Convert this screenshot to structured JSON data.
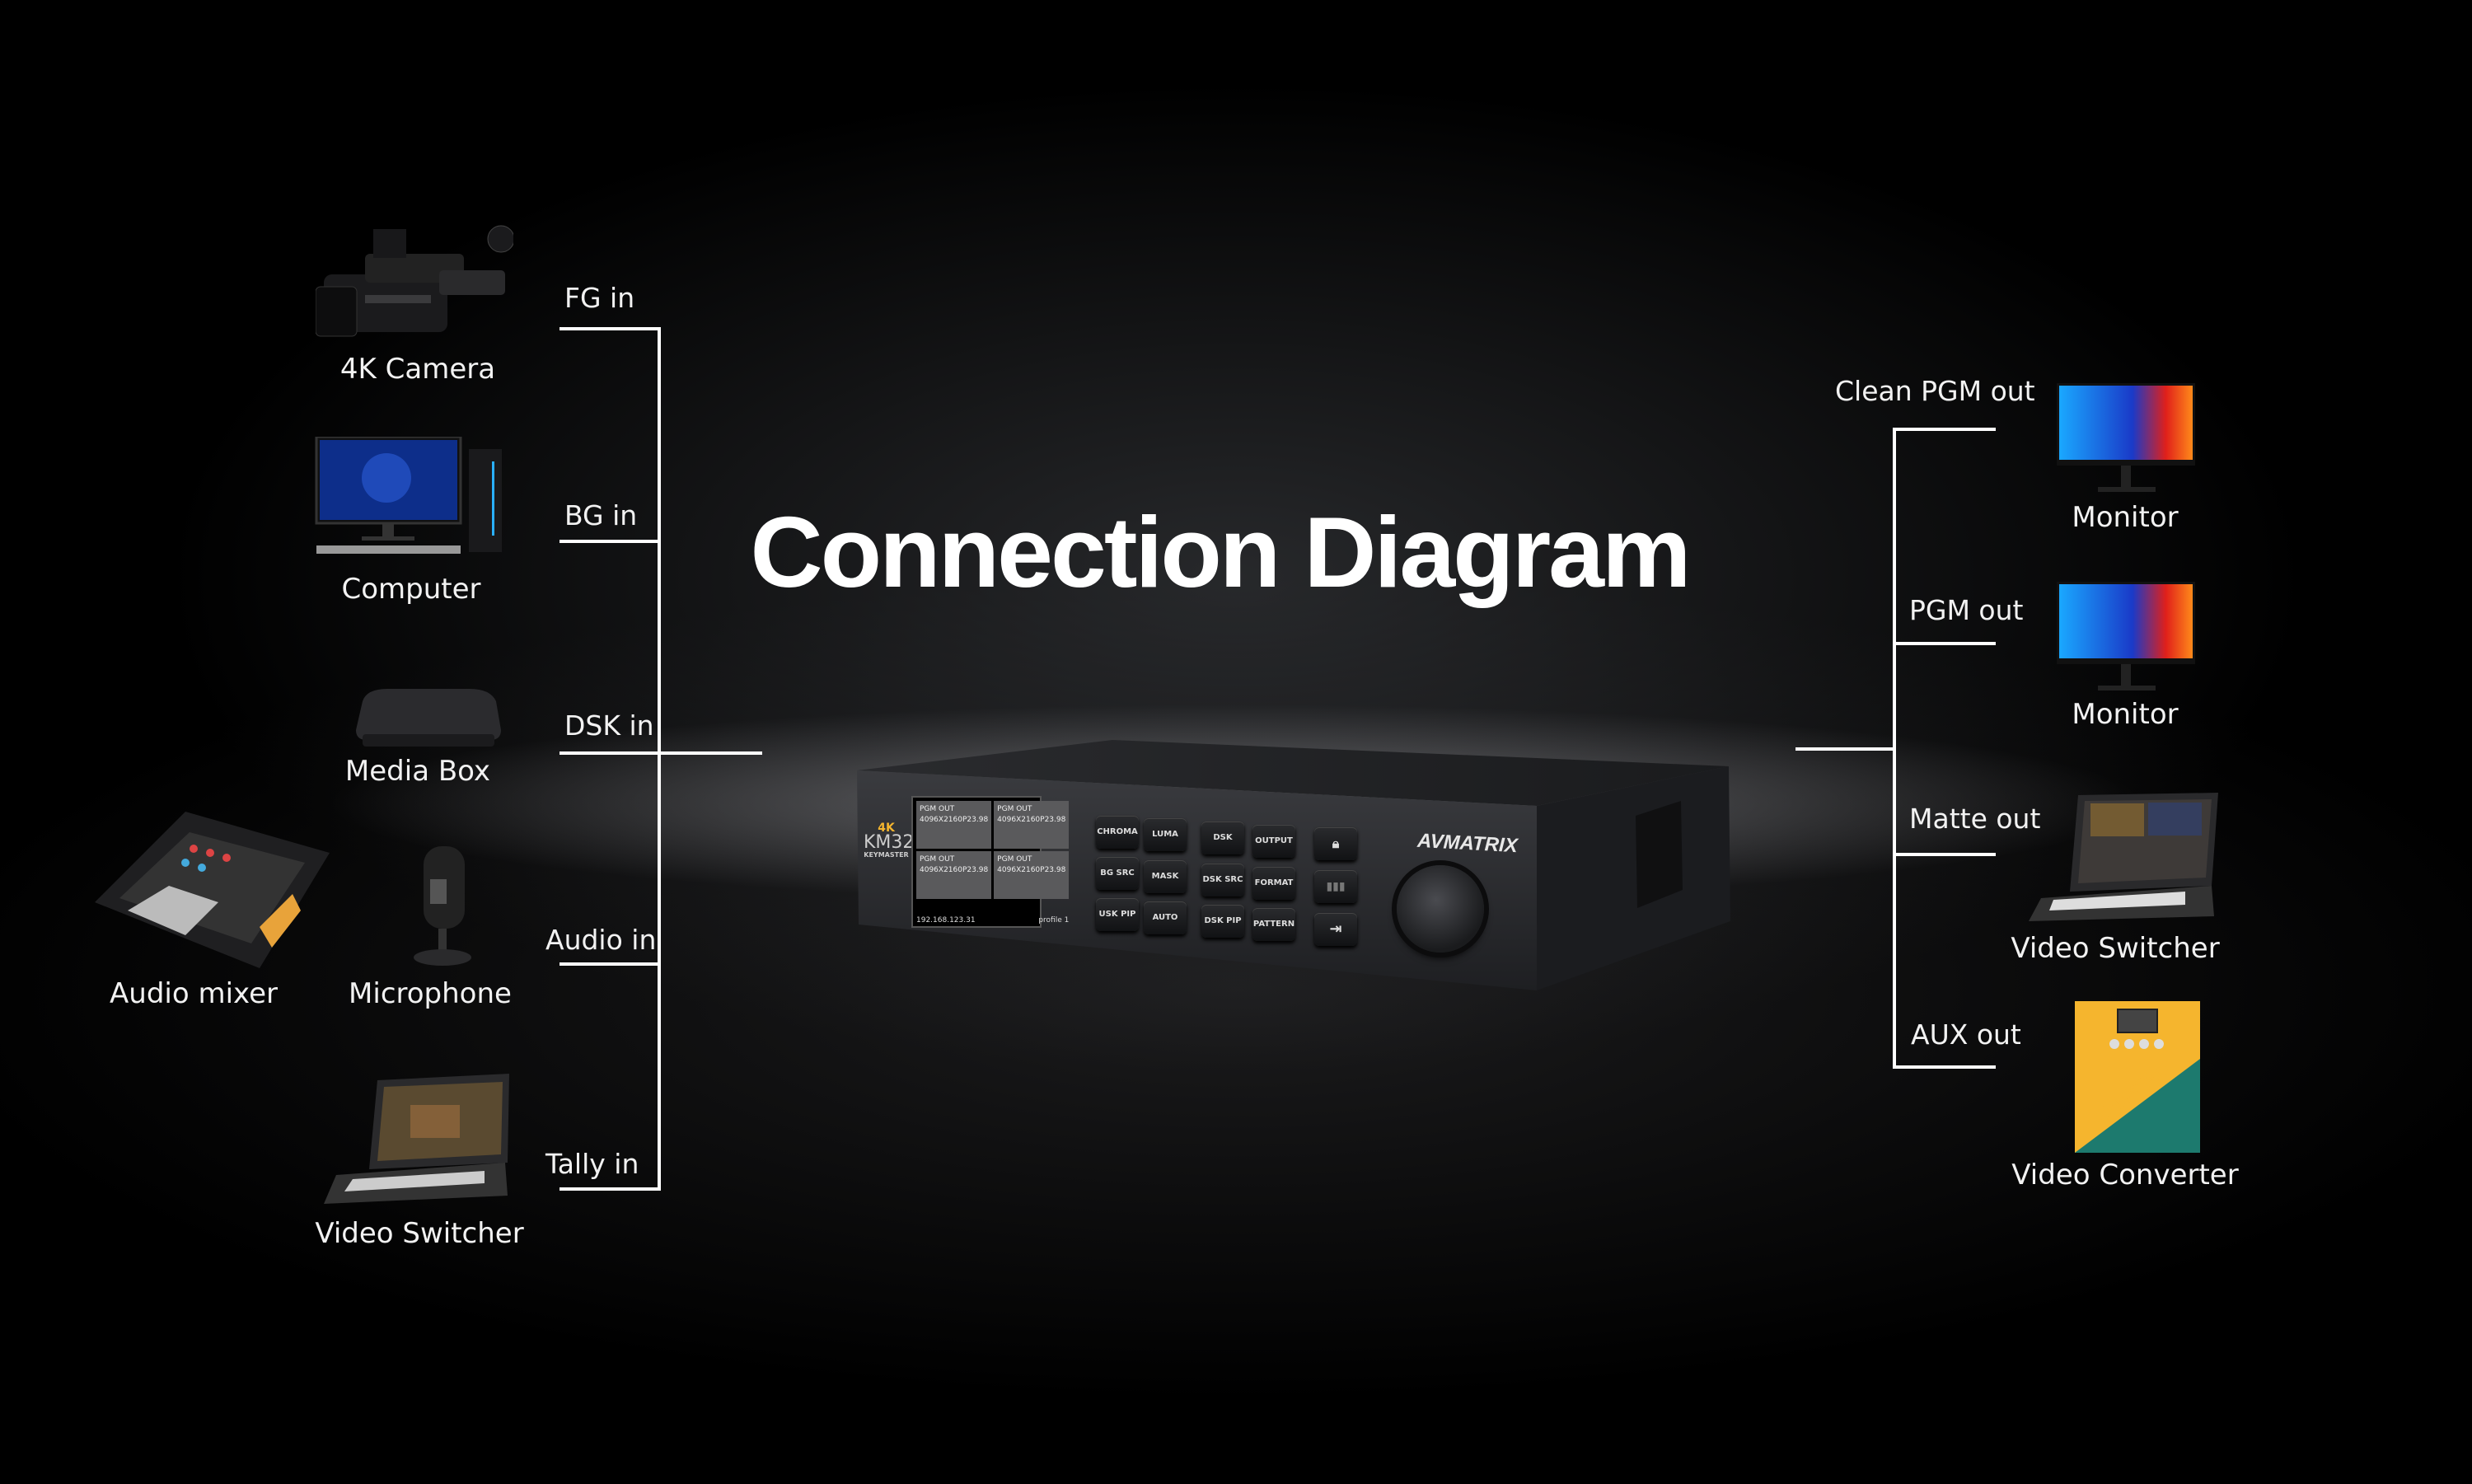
{
  "title": "Connection Diagram",
  "inputs": [
    {
      "port": "FG in",
      "device": "4K Camera"
    },
    {
      "port": "BG in",
      "device": "Computer"
    },
    {
      "port": "DSK in",
      "device": "Media Box"
    },
    {
      "port": "Audio in",
      "devices": [
        "Audio mixer",
        "Microphone"
      ]
    },
    {
      "port": "Tally in",
      "device": "Video Switcher"
    }
  ],
  "outputs": [
    {
      "port": "Clean PGM out",
      "device": "Monitor"
    },
    {
      "port": "PGM out",
      "device": "Monitor"
    },
    {
      "port": "Matte out",
      "device": "Video Switcher"
    },
    {
      "port": "AUX out",
      "device": "Video Converter"
    }
  ],
  "product": {
    "brand": "AVMATRIX",
    "badge": "4K",
    "model": "KM32",
    "model_sub": "KEYMASTER",
    "screen": {
      "cells": [
        {
          "label": "PGM OUT",
          "format": "4096X2160P23.98"
        },
        {
          "label": "PGM OUT",
          "format": "4096X2160P23.98"
        },
        {
          "label": "PGM OUT",
          "format": "4096X2160P23.98"
        },
        {
          "label": "PGM OUT",
          "format": "4096X2160P23.98"
        }
      ],
      "ip": "192.168.123.31",
      "profile": "profile 1"
    },
    "buttons": [
      "CHROMA",
      "LUMA",
      "DSK",
      "OUTPUT",
      "BG SRC",
      "MASK",
      "DSK SRC",
      "FORMAT",
      "USK PIP",
      "AUTO",
      "DSK PIP",
      "PATTERN"
    ]
  },
  "colors": {
    "line": "#ffffff",
    "accent": "#f5b52e",
    "background": "#000000"
  }
}
